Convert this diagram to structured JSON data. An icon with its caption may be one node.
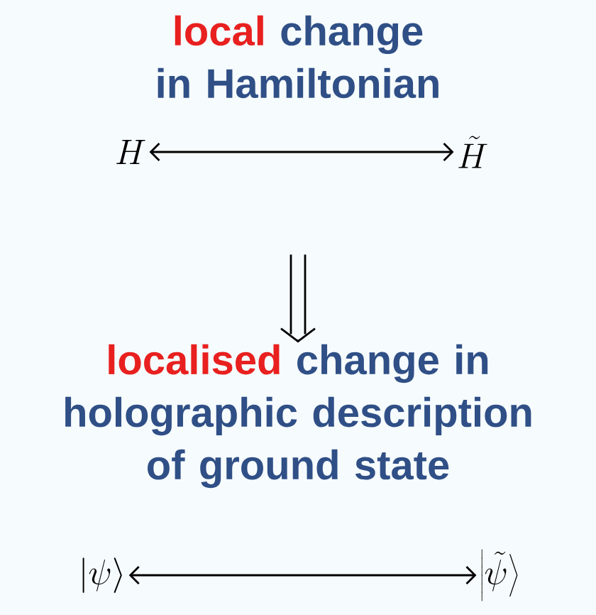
{
  "diagram": {
    "nodes": [
      {
        "text": [
          "local",
          "change in Hamiltonian"
        ]
      },
      {
        "text": [
          "H"
        ]
      },
      {
        "text": [
          "\\tilde{H}"
        ]
      },
      {
        "text": [
          "localised",
          "change in holographic description of ground state"
        ]
      },
      {
        "text": [
          "\\left|\\psi\\right\\rangle"
        ]
      },
      {
        "text": [
          "\\left|\\tilde{\\psi}\\right\\rangle"
        ]
      }
    ],
    "edges": [
      {
        "from": 1,
        "to": 2,
        "arrow": "both"
      },
      {
        "from": null,
        "to": 3,
        "arrow": "to"
      },
      {
        "from": 4,
        "to": 5,
        "arrow": "both"
      }
    ]
  }
}
